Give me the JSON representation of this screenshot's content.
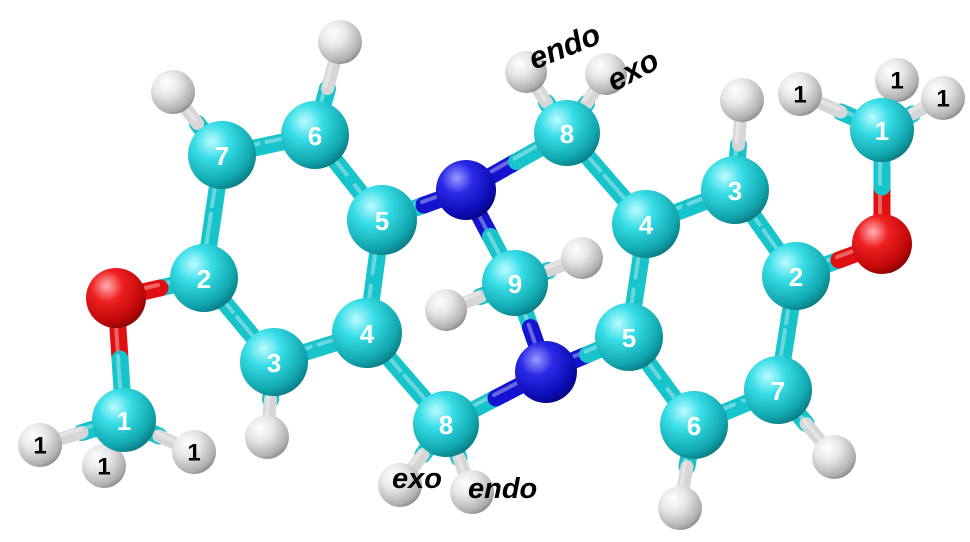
{
  "atom_labels": {
    "l_c7": "7",
    "l_c6": "6",
    "l_c2": "2",
    "l_c5": "5",
    "l_c4": "4",
    "l_c3": "3",
    "l_c1": "1",
    "l_c8b": "8",
    "l_c9": "9",
    "l_c8t": "8",
    "l_r4": "4",
    "l_r3": "3",
    "l_r2": "2",
    "l_r1": "1",
    "l_r5": "5",
    "l_r7": "7",
    "l_r6": "6",
    "l_hL1": "1",
    "l_hL2": "1",
    "l_hL3": "1",
    "l_hR1": "1",
    "l_hR2": "1",
    "l_hR3": "1"
  },
  "annotations": {
    "top_endo": "endo",
    "top_exo": "exo",
    "bottom_exo": "exo",
    "bottom_endo": "endo"
  },
  "colors": {
    "carbon": "#18c4cc",
    "nitrogen": "#1414d0",
    "oxygen": "#e01010",
    "hydrogen": "#d6d6d6",
    "background": "#ffffff"
  }
}
